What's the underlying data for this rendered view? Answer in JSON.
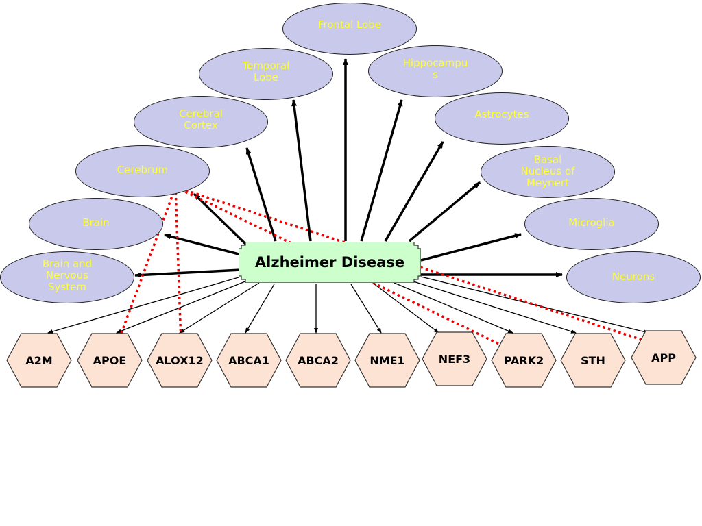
{
  "center": {
    "label": "Alzheimer Disease"
  },
  "anatomy": [
    {
      "id": "frontal-lobe",
      "label": "Frontal Lobe"
    },
    {
      "id": "temporal-lobe",
      "label": "Temporal\nLobe"
    },
    {
      "id": "hippocampus",
      "label": "Hippocampu\ns"
    },
    {
      "id": "cerebral-cortex",
      "label": "Cerebral\nCortex"
    },
    {
      "id": "astrocytes",
      "label": "Astrocytes"
    },
    {
      "id": "cerebrum",
      "label": "Cerebrum"
    },
    {
      "id": "basal-nucleus",
      "label": "Basal\nNucleus of\nMeynert"
    },
    {
      "id": "brain",
      "label": "Brain"
    },
    {
      "id": "microglia",
      "label": "Microglia"
    },
    {
      "id": "brain-nervous-system",
      "label": "Brain and\nNervous\nSystem"
    },
    {
      "id": "neurons",
      "label": "Neurons"
    }
  ],
  "genes": [
    {
      "id": "a2m",
      "label": "A2M"
    },
    {
      "id": "apoe",
      "label": "APOE"
    },
    {
      "id": "alox12",
      "label": "ALOX12"
    },
    {
      "id": "abca1",
      "label": "ABCA1"
    },
    {
      "id": "abca2",
      "label": "ABCA2"
    },
    {
      "id": "nme1",
      "label": "NME1"
    },
    {
      "id": "nef3",
      "label": "NEF3"
    },
    {
      "id": "park2",
      "label": "PARK2"
    },
    {
      "id": "sth",
      "label": "STH"
    },
    {
      "id": "app",
      "label": "APP"
    }
  ],
  "colors": {
    "ellipse_fill": "#c9c9ec",
    "ellipse_text": "#ffff33",
    "hex_fill": "#fde3d4",
    "center_fill": "#ccffcc",
    "dotted_arrow": "#ee0000",
    "line": "#000000"
  }
}
